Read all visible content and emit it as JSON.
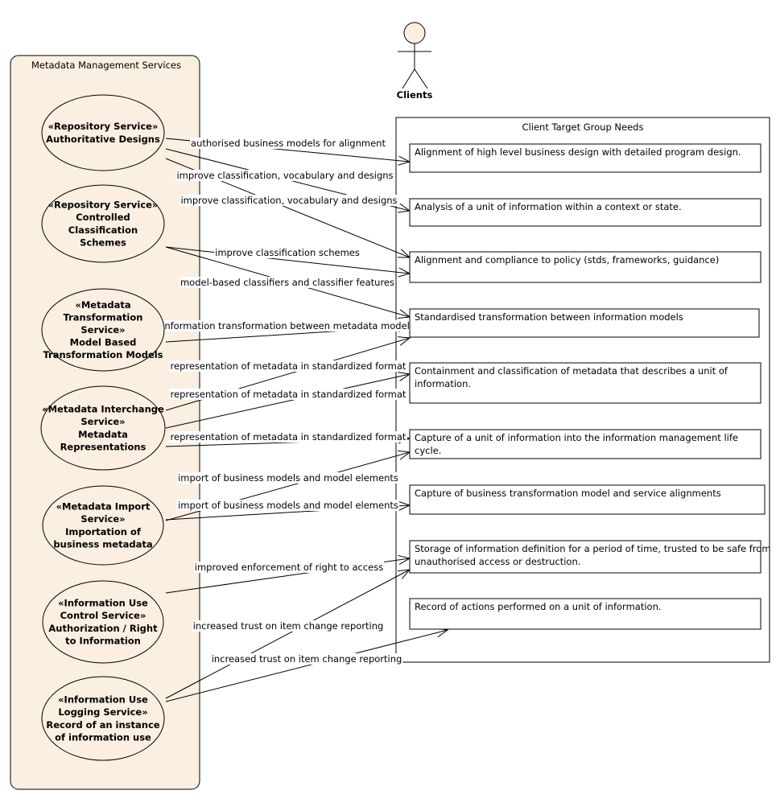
{
  "actor": {
    "name": "Clients"
  },
  "services_package": {
    "title": "Metadata Management Services",
    "use_cases": [
      {
        "id": "uc-repo-auth",
        "lines": [
          "«Repository Service»",
          "Authoritative Designs"
        ]
      },
      {
        "id": "uc-repo-class",
        "lines": [
          "«Repository Service»",
          "Controlled",
          "Classification",
          "Schemes"
        ]
      },
      {
        "id": "uc-transform",
        "lines": [
          "«Metadata",
          "Transformation",
          "Service»",
          "Model Based",
          "Transformation Models"
        ]
      },
      {
        "id": "uc-interchange",
        "lines": [
          "«Metadata Interchange",
          "Service»",
          "Metadata",
          "Representations"
        ]
      },
      {
        "id": "uc-import",
        "lines": [
          "«Metadata Import",
          "Service»",
          "Importation of",
          "business metadata"
        ]
      },
      {
        "id": "uc-use-control",
        "lines": [
          "«Information Use",
          "Control Service»",
          "Authorization / Right",
          "to Information"
        ]
      },
      {
        "id": "uc-use-logging",
        "lines": [
          "«Information Use",
          "Logging Service»",
          "Record of an instance",
          "of information use"
        ]
      }
    ]
  },
  "needs_package": {
    "title": "Client Target Group Needs",
    "needs": [
      {
        "id": "need-1",
        "lines": [
          "Alignment of high level business design with detailed program design."
        ]
      },
      {
        "id": "need-2",
        "lines": [
          "Analysis of a unit of information within a context or state."
        ]
      },
      {
        "id": "need-3",
        "lines": [
          "Alignment and compliance to policy (stds, frameworks, guidance)"
        ]
      },
      {
        "id": "need-4",
        "lines": [
          "Standardised transformation between information models"
        ]
      },
      {
        "id": "need-5",
        "lines": [
          "Containment and classification of metadata that describes a unit of",
          "information."
        ]
      },
      {
        "id": "need-6",
        "lines": [
          "Capture of a unit of information into the information management life",
          "cycle."
        ]
      },
      {
        "id": "need-7",
        "lines": [
          "Capture of business transformation model and service alignments"
        ]
      },
      {
        "id": "need-8",
        "lines": [
          "Storage of information definition for a period of time, trusted to be safe from",
          "unauthorised access or destruction."
        ]
      },
      {
        "id": "need-9",
        "lines": [
          "Record of actions performed on a unit of information."
        ]
      }
    ]
  },
  "associations": [
    {
      "from": "uc-repo-auth",
      "to": "need-1",
      "label": "authorised business models for alignment"
    },
    {
      "from": "uc-repo-auth",
      "to": "need-2",
      "label": "improve classification, vocabulary and designs"
    },
    {
      "from": "uc-repo-auth",
      "to": "need-3",
      "label": "improve classification, vocabulary and designs"
    },
    {
      "from": "uc-repo-class",
      "to": "need-3",
      "label": "improve classification schemes"
    },
    {
      "from": "uc-repo-class",
      "to": "need-4",
      "label": "model-based classifiers and classifier features"
    },
    {
      "from": "uc-transform",
      "to": "need-4",
      "label": "information transformation between metadata models"
    },
    {
      "from": "uc-interchange",
      "to": "need-4",
      "label": "representation of metadata in standardized format"
    },
    {
      "from": "uc-interchange",
      "to": "need-5",
      "label": "representation of metadata in standardized format"
    },
    {
      "from": "uc-interchange",
      "to": "need-6",
      "label": "representation of metadata in standardized format"
    },
    {
      "from": "uc-import",
      "to": "need-6",
      "label": "import of business models and model elements"
    },
    {
      "from": "uc-import",
      "to": "need-7",
      "label": "import of business models and model elements"
    },
    {
      "from": "uc-use-control",
      "to": "need-8",
      "label": "improved enforcement of right to access"
    },
    {
      "from": "uc-use-logging",
      "to": "need-8",
      "label": "increased trust on item change reporting"
    },
    {
      "from": "uc-use-logging",
      "to": "need-9",
      "label": "increased trust on item change reporting"
    }
  ]
}
